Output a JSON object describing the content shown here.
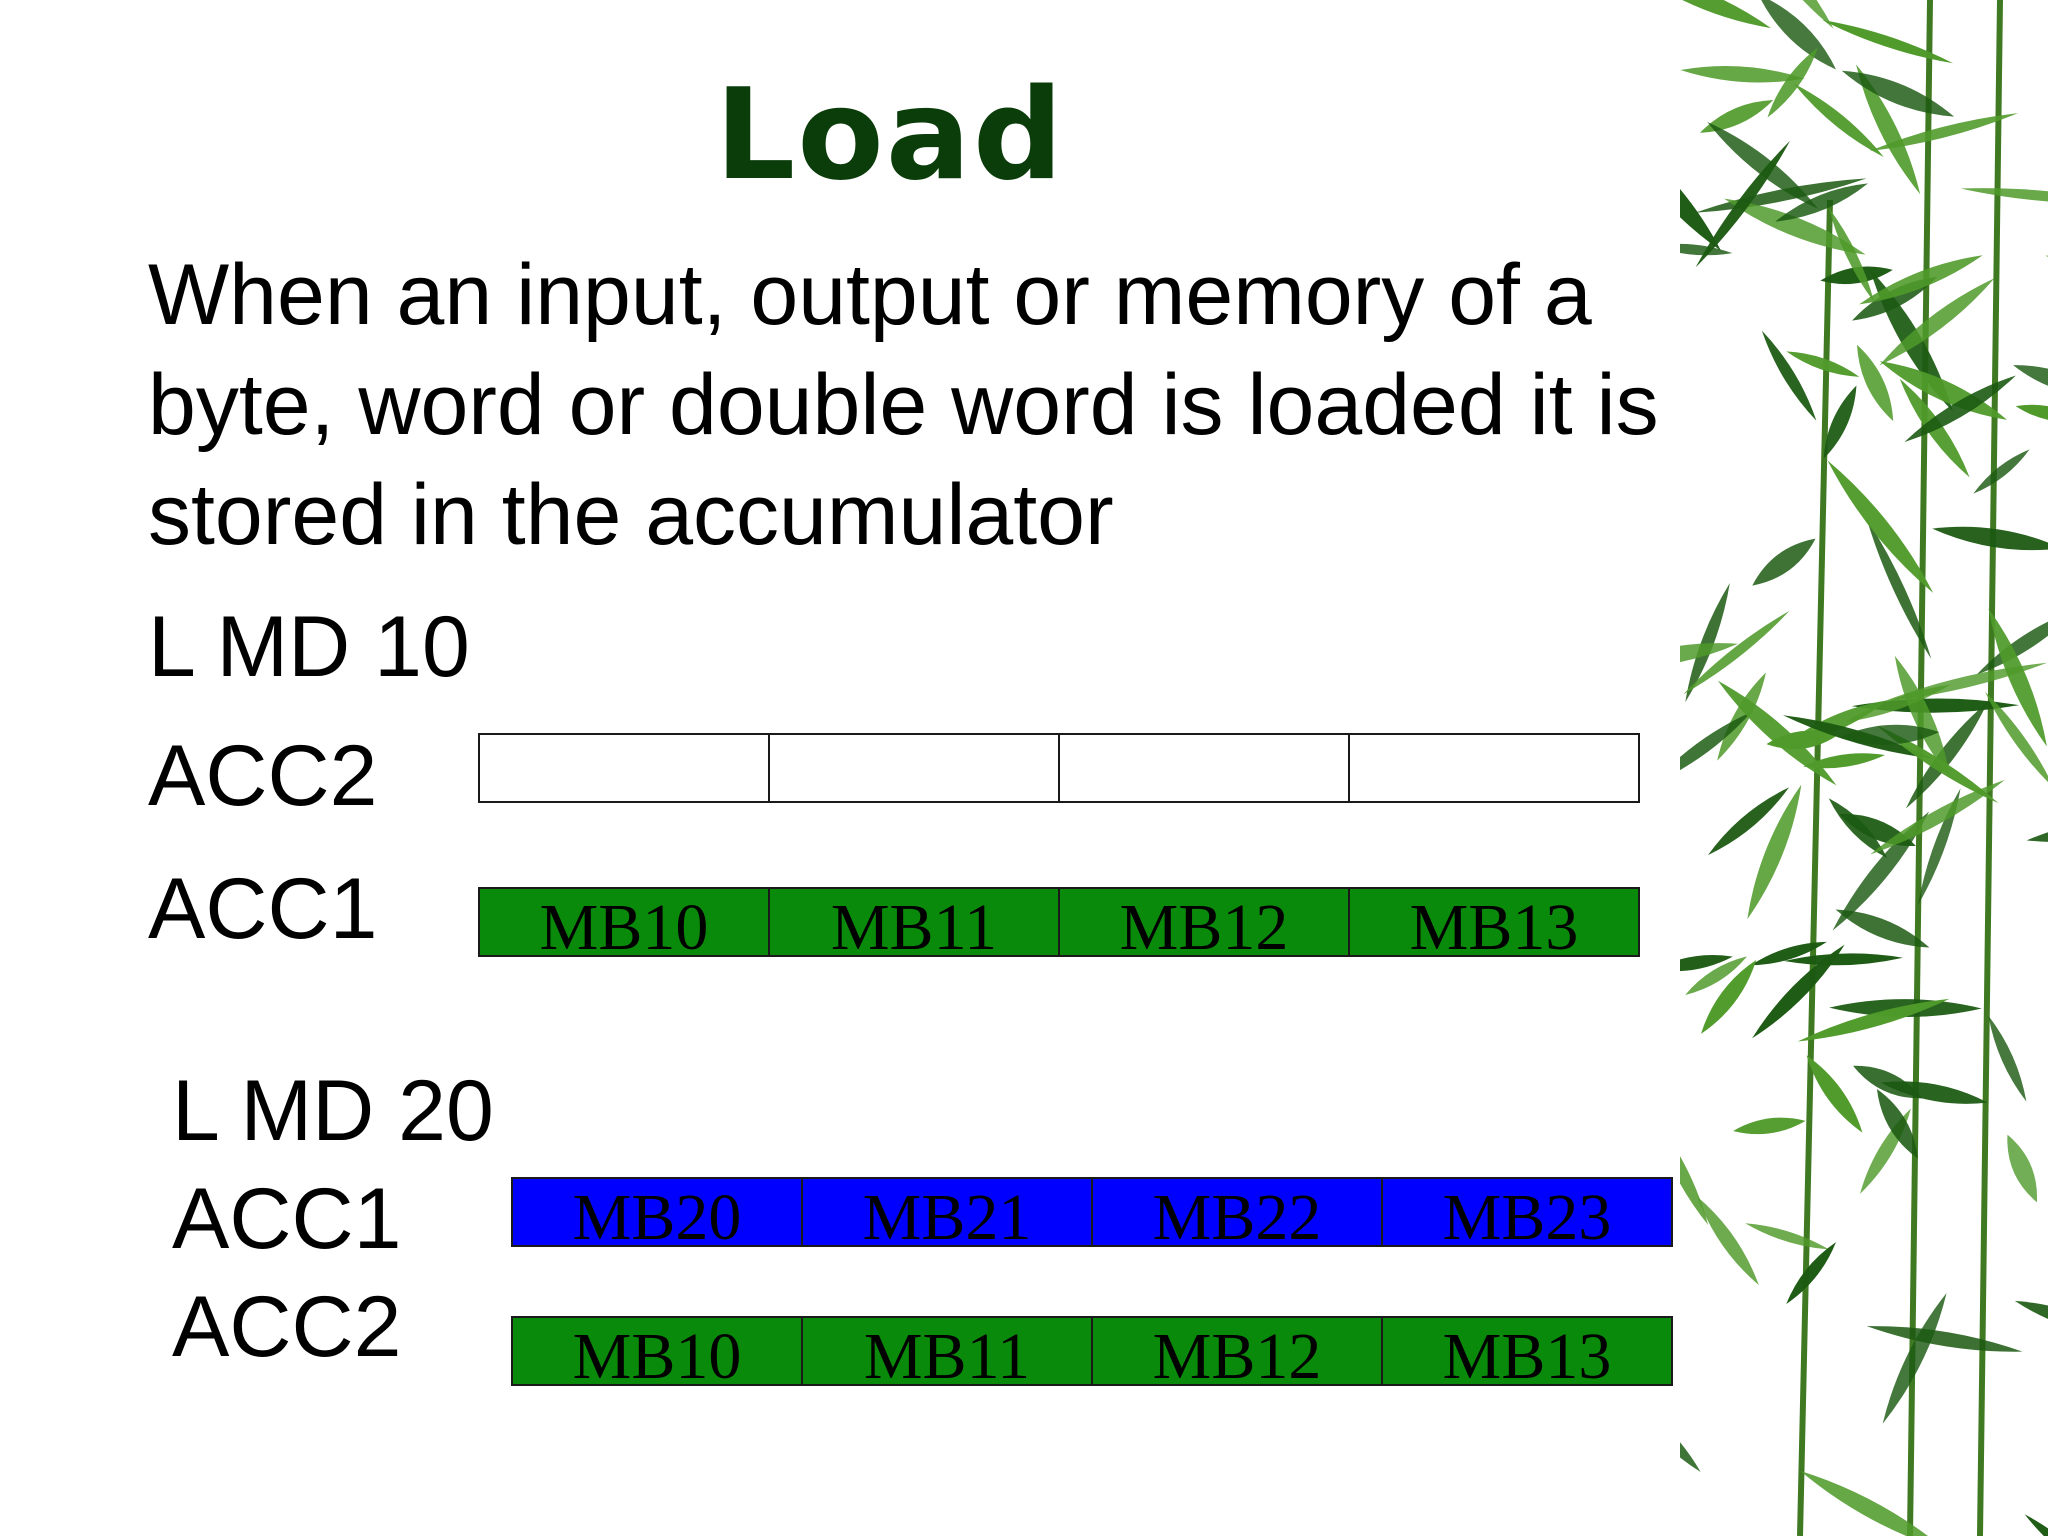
{
  "title": "Load",
  "colors": {
    "title": "#0b3d0b",
    "text": "#000000",
    "acc_green": "#0a8a0a",
    "acc_blue": "#0000ff",
    "acc_empty": "#ffffff",
    "leaf_dark": "#1c5a12",
    "leaf_light": "#4f9a2a"
  },
  "body_text": "When an input, output or memory of a byte, word or double word is loaded it is stored in the accumulator",
  "example1": {
    "instruction": "L MD 10",
    "acc2": {
      "label": "ACC2",
      "cells": [
        "",
        "",
        "",
        ""
      ]
    },
    "acc1": {
      "label": "ACC1",
      "cells": [
        "MB10",
        "MB11",
        "MB12",
        "MB13"
      ]
    }
  },
  "example2": {
    "instruction": "L MD 20",
    "acc1": {
      "label": "ACC1",
      "cells": [
        "MB20",
        "MB21",
        "MB22",
        "MB23"
      ]
    },
    "acc2": {
      "label": "ACC2",
      "cells": [
        "MB10",
        "MB11",
        "MB12",
        "MB13"
      ]
    }
  },
  "decoration": {
    "image": "bamboo-leaves"
  }
}
